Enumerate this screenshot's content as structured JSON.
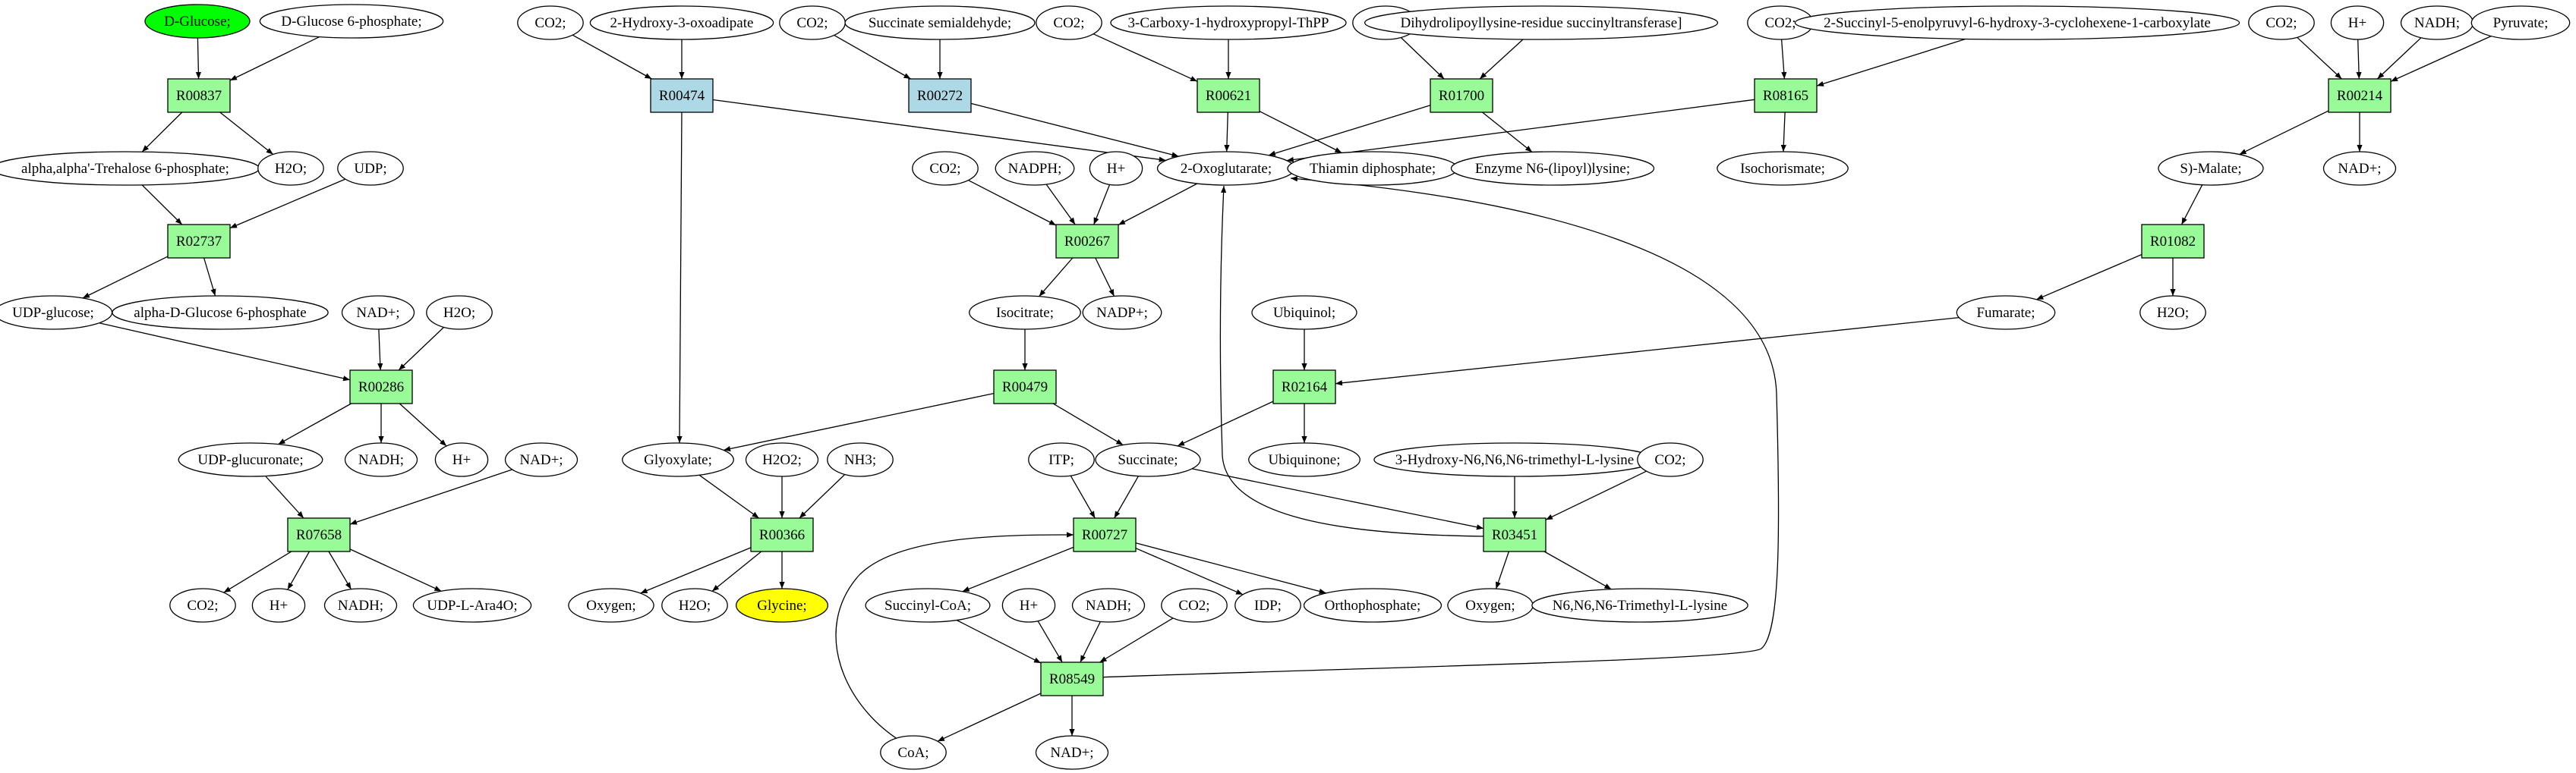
{
  "colors": {
    "reaction_default": "#98fb98",
    "reaction_highlight": "#add8e6",
    "compound_default": "#ffffff",
    "compound_start": "#00ff00",
    "compound_target": "#ffff00",
    "stroke": "#000000"
  },
  "graph": {
    "nodes": [
      {
        "id": "c_dglucose",
        "label": "D-Glucose;",
        "kind": "compound",
        "role": "start"
      },
      {
        "id": "c_dglucose6p",
        "label": "D-Glucose 6-phosphate;",
        "kind": "compound"
      },
      {
        "id": "r_R00837",
        "label": "R00837",
        "kind": "reaction"
      },
      {
        "id": "c_trehalose6p",
        "label": "alpha,alpha'-Trehalose 6-phosphate;",
        "kind": "compound"
      },
      {
        "id": "c_h2o_1",
        "label": "H2O;",
        "kind": "compound"
      },
      {
        "id": "c_udp_1",
        "label": "UDP;",
        "kind": "compound"
      },
      {
        "id": "r_R02737",
        "label": "R02737",
        "kind": "reaction"
      },
      {
        "id": "c_udpglucose",
        "label": "UDP-glucose;",
        "kind": "compound"
      },
      {
        "id": "c_adglucose6p",
        "label": "alpha-D-Glucose 6-phosphate",
        "kind": "compound"
      },
      {
        "id": "c_nadp_1",
        "label": "NAD+;",
        "kind": "compound"
      },
      {
        "id": "c_h2o_2",
        "label": "H2O;",
        "kind": "compound"
      },
      {
        "id": "r_R00286",
        "label": "R00286",
        "kind": "reaction"
      },
      {
        "id": "c_udpglucuronate",
        "label": "UDP-glucuronate;",
        "kind": "compound"
      },
      {
        "id": "c_nadh_1",
        "label": "NADH;",
        "kind": "compound"
      },
      {
        "id": "c_hplus_1",
        "label": "H+",
        "kind": "compound"
      },
      {
        "id": "c_nadp_2",
        "label": "NAD+;",
        "kind": "compound"
      },
      {
        "id": "r_R07658",
        "label": "R07658",
        "kind": "reaction"
      },
      {
        "id": "c_co2_1",
        "label": "CO2;",
        "kind": "compound"
      },
      {
        "id": "c_hplus_2",
        "label": "H+",
        "kind": "compound"
      },
      {
        "id": "c_nadh_2",
        "label": "NADH;",
        "kind": "compound"
      },
      {
        "id": "c_udpara4o",
        "label": "UDP-L-Ara4O;",
        "kind": "compound"
      },
      {
        "id": "c_co2_2",
        "label": "CO2;",
        "kind": "compound"
      },
      {
        "id": "c_hydroxyoxoadipate",
        "label": "2-Hydroxy-3-oxoadipate",
        "kind": "compound"
      },
      {
        "id": "r_R00474",
        "label": "R00474",
        "kind": "reaction",
        "highlight": true
      },
      {
        "id": "c_co2_3",
        "label": "CO2;",
        "kind": "compound"
      },
      {
        "id": "c_succsemiald",
        "label": "Succinate semialdehyde;",
        "kind": "compound"
      },
      {
        "id": "r_R00272",
        "label": "R00272",
        "kind": "reaction",
        "highlight": true
      },
      {
        "id": "c_co2_4",
        "label": "CO2;",
        "kind": "compound"
      },
      {
        "id": "c_carboxyhpthpp",
        "label": "3-Carboxy-1-hydroxypropyl-ThPP",
        "kind": "compound"
      },
      {
        "id": "r_R00621",
        "label": "R00621",
        "kind": "reaction"
      },
      {
        "id": "c_co2_5",
        "label": "CO2;",
        "kind": "compound"
      },
      {
        "id": "c_dihydrolipoyl",
        "label": "Dihydrolipoyllysine-residue succinyltransferase]",
        "kind": "compound"
      },
      {
        "id": "r_R01700",
        "label": "R01700",
        "kind": "reaction"
      },
      {
        "id": "c_co2_6",
        "label": "CO2;",
        "kind": "compound"
      },
      {
        "id": "c_succinylenol",
        "label": "2-Succinyl-5-enolpyruvyl-6-hydroxy-3-cyclohexene-1-carboxylate",
        "kind": "compound"
      },
      {
        "id": "r_R08165",
        "label": "R08165",
        "kind": "reaction"
      },
      {
        "id": "c_co2_7",
        "label": "CO2;",
        "kind": "compound"
      },
      {
        "id": "c_hplus_3",
        "label": "H+",
        "kind": "compound"
      },
      {
        "id": "c_nadh_3",
        "label": "NADH;",
        "kind": "compound"
      },
      {
        "id": "c_pyruvate",
        "label": "Pyruvate;",
        "kind": "compound"
      },
      {
        "id": "r_R00214",
        "label": "R00214",
        "kind": "reaction"
      },
      {
        "id": "c_co2_8",
        "label": "CO2;",
        "kind": "compound"
      },
      {
        "id": "c_nadph",
        "label": "NADPH;",
        "kind": "compound"
      },
      {
        "id": "c_hplus_4",
        "label": "H+",
        "kind": "compound"
      },
      {
        "id": "c_oxoglutarate",
        "label": "2-Oxoglutarate;",
        "kind": "compound"
      },
      {
        "id": "c_thiamindp",
        "label": "Thiamin diphosphate;",
        "kind": "compound"
      },
      {
        "id": "c_enzymelipoyl",
        "label": "Enzyme N6-(lipoyl)lysine;",
        "kind": "compound"
      },
      {
        "id": "c_isochorismate",
        "label": "Isochorismate;",
        "kind": "compound"
      },
      {
        "id": "c_smalate",
        "label": "S)-Malate;",
        "kind": "compound"
      },
      {
        "id": "c_nadp_3",
        "label": "NAD+;",
        "kind": "compound"
      },
      {
        "id": "r_R00267",
        "label": "R00267",
        "kind": "reaction"
      },
      {
        "id": "c_isocitrate",
        "label": "Isocitrate;",
        "kind": "compound"
      },
      {
        "id": "c_nadpplus",
        "label": "NADP+;",
        "kind": "compound"
      },
      {
        "id": "r_R01082",
        "label": "R01082",
        "kind": "reaction"
      },
      {
        "id": "c_fumarate",
        "label": "Fumarate;",
        "kind": "compound"
      },
      {
        "id": "c_h2o_3",
        "label": "H2O;",
        "kind": "compound"
      },
      {
        "id": "c_ubiquinol",
        "label": "Ubiquinol;",
        "kind": "compound"
      },
      {
        "id": "r_R00479",
        "label": "R00479",
        "kind": "reaction"
      },
      {
        "id": "r_R02164",
        "label": "R02164",
        "kind": "reaction"
      },
      {
        "id": "c_ubiquinone",
        "label": "Ubiquinone;",
        "kind": "compound"
      },
      {
        "id": "c_glyoxylate",
        "label": "Glyoxylate;",
        "kind": "compound"
      },
      {
        "id": "c_h2o2",
        "label": "H2O2;",
        "kind": "compound"
      },
      {
        "id": "c_nh3",
        "label": "NH3;",
        "kind": "compound"
      },
      {
        "id": "r_R00366",
        "label": "R00366",
        "kind": "reaction"
      },
      {
        "id": "c_oxygen_1",
        "label": "Oxygen;",
        "kind": "compound"
      },
      {
        "id": "c_h2o_4",
        "label": "H2O;",
        "kind": "compound"
      },
      {
        "id": "c_glycine",
        "label": "Glycine;",
        "kind": "compound",
        "role": "target"
      },
      {
        "id": "c_itp",
        "label": "ITP;",
        "kind": "compound"
      },
      {
        "id": "c_succinate",
        "label": "Succinate;",
        "kind": "compound"
      },
      {
        "id": "r_R00727",
        "label": "R00727",
        "kind": "reaction"
      },
      {
        "id": "c_succinylcoa",
        "label": "Succinyl-CoA;",
        "kind": "compound"
      },
      {
        "id": "c_hplus_5",
        "label": "H+",
        "kind": "compound"
      },
      {
        "id": "c_nadh_4",
        "label": "NADH;",
        "kind": "compound"
      },
      {
        "id": "c_co2_9",
        "label": "CO2;",
        "kind": "compound"
      },
      {
        "id": "c_idp",
        "label": "IDP;",
        "kind": "compound"
      },
      {
        "id": "c_orthophosphate",
        "label": "Orthophosphate;",
        "kind": "compound"
      },
      {
        "id": "r_R08549",
        "label": "R08549",
        "kind": "reaction"
      },
      {
        "id": "c_coa",
        "label": "CoA;",
        "kind": "compound"
      },
      {
        "id": "c_nadp_4",
        "label": "NAD+;",
        "kind": "compound"
      },
      {
        "id": "c_hydroxytml",
        "label": "3-Hydroxy-N6,N6,N6-trimethyl-L-lysine",
        "kind": "compound"
      },
      {
        "id": "c_co2_10",
        "label": "CO2;",
        "kind": "compound"
      },
      {
        "id": "r_R03451",
        "label": "R03451",
        "kind": "reaction"
      },
      {
        "id": "c_oxygen_2",
        "label": "Oxygen;",
        "kind": "compound"
      },
      {
        "id": "c_trimethyllysine",
        "label": "N6,N6,N6-Trimethyl-L-lysine",
        "kind": "compound"
      }
    ],
    "edges": [
      {
        "from": "c_dglucose",
        "to": "r_R00837"
      },
      {
        "from": "c_dglucose6p",
        "to": "r_R00837"
      },
      {
        "from": "r_R00837",
        "to": "c_trehalose6p"
      },
      {
        "from": "r_R00837",
        "to": "c_h2o_1"
      },
      {
        "from": "c_trehalose6p",
        "to": "r_R02737"
      },
      {
        "from": "c_udp_1",
        "to": "r_R02737"
      },
      {
        "from": "r_R02737",
        "to": "c_udpglucose"
      },
      {
        "from": "r_R02737",
        "to": "c_adglucose6p"
      },
      {
        "from": "c_udpglucose",
        "to": "r_R00286"
      },
      {
        "from": "c_nadp_1",
        "to": "r_R00286"
      },
      {
        "from": "c_h2o_2",
        "to": "r_R00286"
      },
      {
        "from": "r_R00286",
        "to": "c_udpglucuronate"
      },
      {
        "from": "r_R00286",
        "to": "c_nadh_1"
      },
      {
        "from": "r_R00286",
        "to": "c_hplus_1"
      },
      {
        "from": "c_udpglucuronate",
        "to": "r_R07658"
      },
      {
        "from": "c_nadp_2",
        "to": "r_R07658"
      },
      {
        "from": "r_R07658",
        "to": "c_co2_1"
      },
      {
        "from": "r_R07658",
        "to": "c_hplus_2"
      },
      {
        "from": "r_R07658",
        "to": "c_nadh_2"
      },
      {
        "from": "r_R07658",
        "to": "c_udpara4o"
      },
      {
        "from": "c_co2_2",
        "to": "r_R00474"
      },
      {
        "from": "c_hydroxyoxoadipate",
        "to": "r_R00474"
      },
      {
        "from": "r_R00474",
        "to": "c_oxoglutarate"
      },
      {
        "from": "r_R00474",
        "to": "c_glyoxylate"
      },
      {
        "from": "c_co2_3",
        "to": "r_R00272"
      },
      {
        "from": "c_succsemiald",
        "to": "r_R00272"
      },
      {
        "from": "r_R00272",
        "to": "c_oxoglutarate"
      },
      {
        "from": "c_co2_4",
        "to": "r_R00621"
      },
      {
        "from": "c_carboxyhpthpp",
        "to": "r_R00621"
      },
      {
        "from": "r_R00621",
        "to": "c_oxoglutarate"
      },
      {
        "from": "r_R00621",
        "to": "c_thiamindp"
      },
      {
        "from": "c_co2_5",
        "to": "r_R01700"
      },
      {
        "from": "c_dihydrolipoyl",
        "to": "r_R01700"
      },
      {
        "from": "r_R01700",
        "to": "c_oxoglutarate"
      },
      {
        "from": "r_R01700",
        "to": "c_enzymelipoyl"
      },
      {
        "from": "c_co2_6",
        "to": "r_R08165"
      },
      {
        "from": "c_succinylenol",
        "to": "r_R08165"
      },
      {
        "from": "r_R08165",
        "to": "c_oxoglutarate"
      },
      {
        "from": "r_R08165",
        "to": "c_isochorismate"
      },
      {
        "from": "c_co2_7",
        "to": "r_R00214"
      },
      {
        "from": "c_hplus_3",
        "to": "r_R00214"
      },
      {
        "from": "c_nadh_3",
        "to": "r_R00214"
      },
      {
        "from": "c_pyruvate",
        "to": "r_R00214"
      },
      {
        "from": "r_R00214",
        "to": "c_smalate"
      },
      {
        "from": "r_R00214",
        "to": "c_nadp_3"
      },
      {
        "from": "c_co2_8",
        "to": "r_R00267"
      },
      {
        "from": "c_nadph",
        "to": "r_R00267"
      },
      {
        "from": "c_hplus_4",
        "to": "r_R00267"
      },
      {
        "from": "c_oxoglutarate",
        "to": "r_R00267"
      },
      {
        "from": "r_R00267",
        "to": "c_isocitrate"
      },
      {
        "from": "r_R00267",
        "to": "c_nadpplus"
      },
      {
        "from": "c_isocitrate",
        "to": "r_R00479"
      },
      {
        "from": "r_R00479",
        "to": "c_glyoxylate"
      },
      {
        "from": "r_R00479",
        "to": "c_succinate"
      },
      {
        "from": "c_smalate",
        "to": "r_R01082"
      },
      {
        "from": "r_R01082",
        "to": "c_fumarate"
      },
      {
        "from": "r_R01082",
        "to": "c_h2o_3"
      },
      {
        "from": "c_fumarate",
        "to": "r_R02164"
      },
      {
        "from": "c_ubiquinol",
        "to": "r_R02164"
      },
      {
        "from": "r_R02164",
        "to": "c_succinate"
      },
      {
        "from": "r_R02164",
        "to": "c_ubiquinone"
      },
      {
        "from": "c_glyoxylate",
        "to": "r_R00366"
      },
      {
        "from": "c_h2o2",
        "to": "r_R00366"
      },
      {
        "from": "c_nh3",
        "to": "r_R00366"
      },
      {
        "from": "r_R00366",
        "to": "c_oxygen_1"
      },
      {
        "from": "r_R00366",
        "to": "c_h2o_4"
      },
      {
        "from": "r_R00366",
        "to": "c_glycine"
      },
      {
        "from": "c_itp",
        "to": "r_R00727"
      },
      {
        "from": "c_succinate",
        "to": "r_R00727"
      },
      {
        "from": "r_R00727",
        "to": "c_succinylcoa"
      },
      {
        "from": "r_R00727",
        "to": "c_idp"
      },
      {
        "from": "r_R00727",
        "to": "c_orthophosphate"
      },
      {
        "from": "c_succinylcoa",
        "to": "r_R08549"
      },
      {
        "from": "c_hplus_5",
        "to": "r_R08549"
      },
      {
        "from": "c_nadh_4",
        "to": "r_R08549"
      },
      {
        "from": "c_co2_9",
        "to": "r_R08549"
      },
      {
        "from": "r_R08549",
        "to": "c_coa"
      },
      {
        "from": "r_R08549",
        "to": "c_nadp_4"
      },
      {
        "from": "r_R08549",
        "to": "c_oxoglutarate"
      },
      {
        "from": "c_coa",
        "to": "r_R00727"
      },
      {
        "from": "c_succinate",
        "to": "r_R03451"
      },
      {
        "from": "c_hydroxytml",
        "to": "r_R03451"
      },
      {
        "from": "c_co2_10",
        "to": "r_R03451"
      },
      {
        "from": "r_R03451",
        "to": "c_oxygen_2"
      },
      {
        "from": "r_R03451",
        "to": "c_trimethyllysine"
      },
      {
        "from": "r_R03451",
        "to": "c_oxoglutarate"
      }
    ]
  }
}
